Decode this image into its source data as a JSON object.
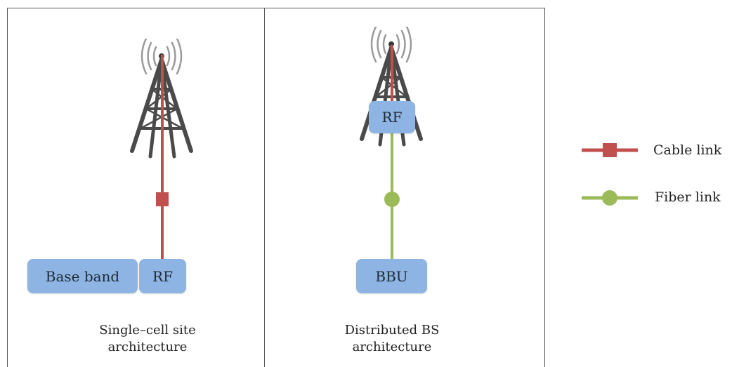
{
  "left_panel": {
    "baseband_label": "Base band",
    "rf_label": "RF",
    "caption_line1": "Single–cell site",
    "caption_line2": "architecture"
  },
  "right_panel": {
    "rf_label": "RF",
    "bbu_label": "BBU",
    "caption_line1": "Distributed BS",
    "caption_line2": "architecture"
  },
  "legend": {
    "cable_label": "Cable link",
    "fiber_label": "Fiber link"
  },
  "colors": {
    "cable": "#c0504d",
    "fiber": "#9bbb59",
    "box_fill": "#8db4e2",
    "tower": "#4a4a4a"
  },
  "icons": [
    "radio-tower-icon",
    "radio-tower-icon"
  ]
}
